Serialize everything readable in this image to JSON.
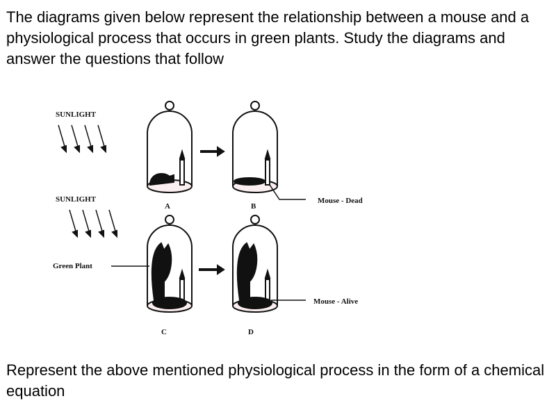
{
  "question": {
    "intro": "The diagrams given below represent the relationship between a mouse and a physiological process that occurs in green plants. Study the diagrams and answer the questions that follow",
    "prompt": "Represent the above mentioned physiological process in the form of a chemical equation"
  },
  "diagram": {
    "sunlight_top": "SUNLIGHT",
    "sunlight_bottom": "SUNLIGHT",
    "green_plant": "Green Plant",
    "mouse_dead": "Mouse - Dead",
    "mouse_alive": "Mouse - Alive",
    "jar_labels": [
      "A",
      "B",
      "C",
      "D"
    ]
  }
}
